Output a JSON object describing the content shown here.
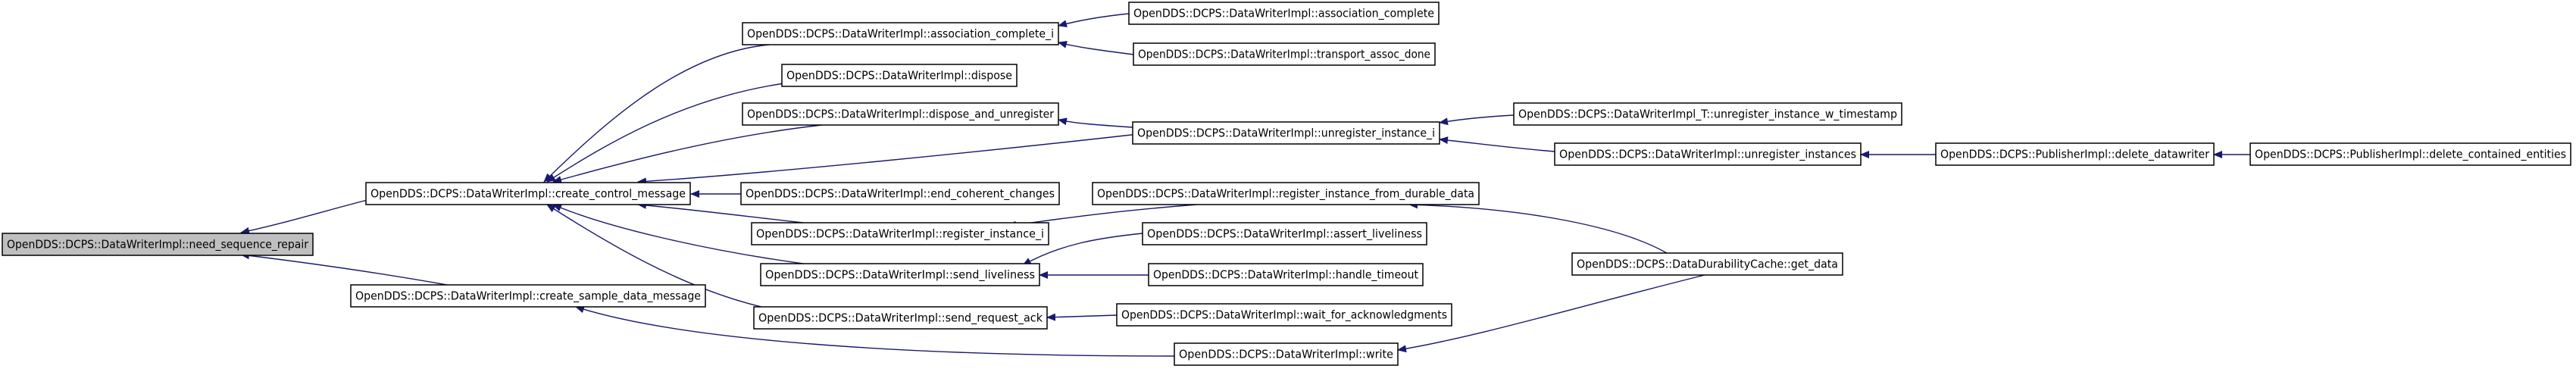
{
  "nodes": {
    "n0": "OpenDDS::DCPS::DataWriterImpl::need_sequence_repair",
    "n1": "OpenDDS::DCPS::DataWriterImpl::create_control_message",
    "n2": "OpenDDS::DCPS::DataWriterImpl::create_sample_data_message",
    "n3": "OpenDDS::DCPS::DataWriterImpl::association_complete_i",
    "n4": "OpenDDS::DCPS::DataWriterImpl::dispose",
    "n5": "OpenDDS::DCPS::DataWriterImpl::dispose_and_unregister",
    "n6": "OpenDDS::DCPS::DataWriterImpl::end_coherent_changes",
    "n7": "OpenDDS::DCPS::DataWriterImpl::register_instance_i",
    "n8": "OpenDDS::DCPS::DataWriterImpl::send_liveliness",
    "n9": "OpenDDS::DCPS::DataWriterImpl::send_request_ack",
    "n10": "OpenDDS::DCPS::DataWriterImpl::association_complete",
    "n11": "OpenDDS::DCPS::DataWriterImpl::transport_assoc_done",
    "n12": "OpenDDS::DCPS::DataWriterImpl::unregister_instance_i",
    "n13": "OpenDDS::DCPS::DataWriterImpl::register_instance_from_durable_data",
    "n14": "OpenDDS::DCPS::DataWriterImpl::assert_liveliness",
    "n15": "OpenDDS::DCPS::DataWriterImpl::handle_timeout",
    "n16": "OpenDDS::DCPS::DataWriterImpl::wait_for_acknowledgments",
    "n17": "OpenDDS::DCPS::DataWriterImpl::write",
    "n18": "OpenDDS::DCPS::DataWriterImpl_T::unregister_instance_w_timestamp",
    "n19": "OpenDDS::DCPS::DataWriterImpl::unregister_instances",
    "n20": "OpenDDS::DCPS::DataDurabilityCache::get_data",
    "n21": "OpenDDS::DCPS::PublisherImpl::delete_datawriter",
    "n22": "OpenDDS::DCPS::PublisherImpl::delete_contained_entities"
  },
  "edges": [
    [
      "n1",
      "n0"
    ],
    [
      "n2",
      "n0"
    ],
    [
      "n3",
      "n1"
    ],
    [
      "n4",
      "n1"
    ],
    [
      "n5",
      "n1"
    ],
    [
      "n12",
      "n1"
    ],
    [
      "n6",
      "n1"
    ],
    [
      "n7",
      "n1"
    ],
    [
      "n8",
      "n1"
    ],
    [
      "n9",
      "n1"
    ],
    [
      "n17",
      "n2"
    ],
    [
      "n10",
      "n3"
    ],
    [
      "n11",
      "n3"
    ],
    [
      "n12",
      "n5"
    ],
    [
      "n13",
      "n7"
    ],
    [
      "n14",
      "n8"
    ],
    [
      "n15",
      "n8"
    ],
    [
      "n16",
      "n9"
    ],
    [
      "n18",
      "n12"
    ],
    [
      "n19",
      "n12"
    ],
    [
      "n20",
      "n13"
    ],
    [
      "n20",
      "n17"
    ],
    [
      "n21",
      "n19"
    ],
    [
      "n22",
      "n21"
    ]
  ],
  "colors": {
    "edge": "#191970",
    "highlight_fill": "#bfbfbf",
    "node_border": "#000000"
  }
}
